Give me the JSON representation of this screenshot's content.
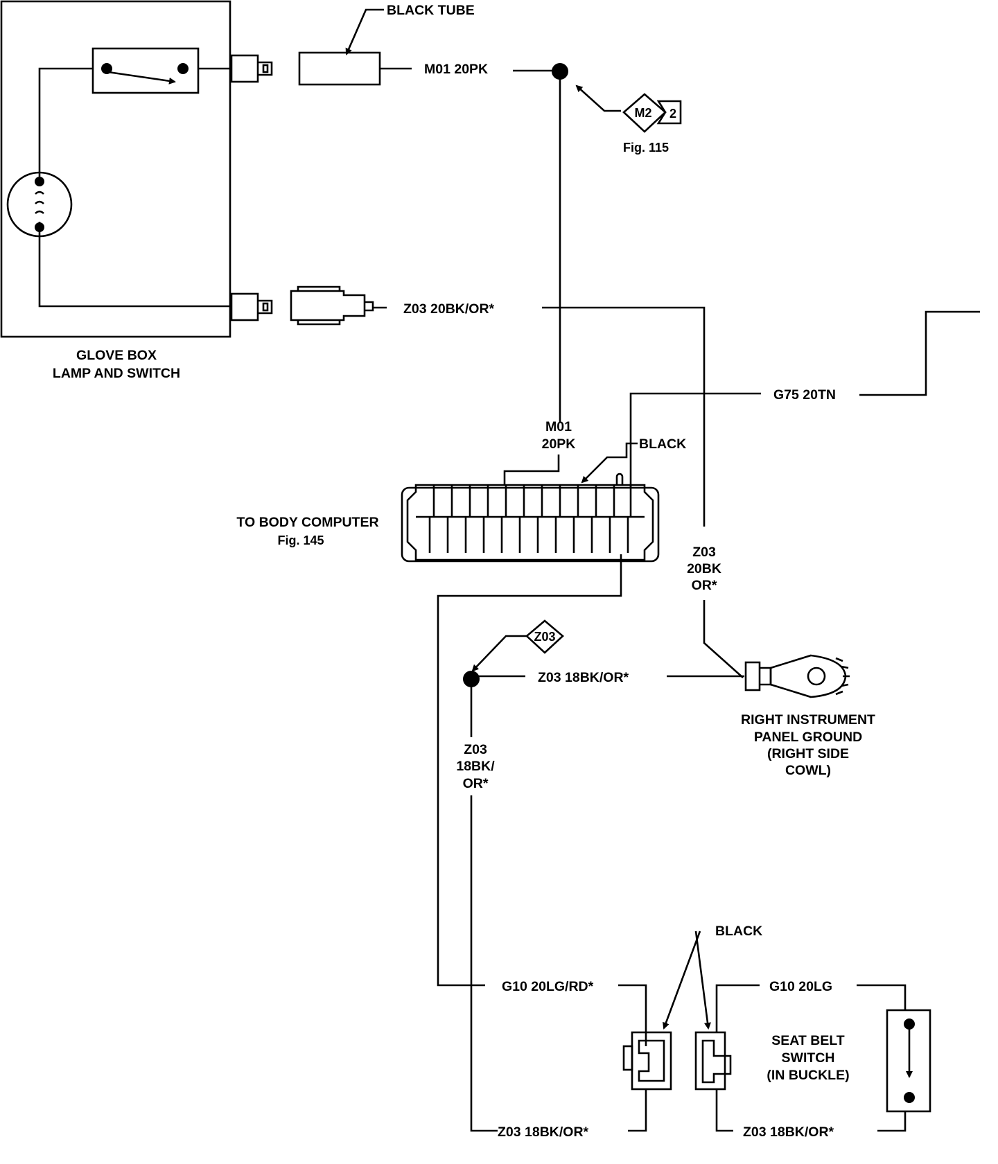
{
  "components": {
    "glove_box": {
      "line1": "GLOVE BOX",
      "line2": "LAMP AND SWITCH"
    },
    "black_tube": "BLACK  TUBE",
    "m2_node": {
      "left": "M2",
      "right": "2",
      "ref": "Fig. 115"
    },
    "body_computer": {
      "line1": "TO BODY COMPUTER",
      "ref": "Fig. 145",
      "connector": "BLACK"
    },
    "ground": {
      "line1": "RIGHT INSTRUMENT",
      "line2": "PANEL GROUND",
      "line3": "(RIGHT SIDE",
      "line4": "COWL)"
    },
    "z03_node": "Z03",
    "seatbelt_connectors": "BLACK",
    "seat_belt_switch": {
      "line1": "SEAT BELT",
      "line2": "SWITCH",
      "line3": "(IN BUCKLE)"
    }
  },
  "wires": {
    "m01_top": "M01  20PK",
    "z03_top": "Z03   20BK/OR*",
    "g75": "G75  20TN",
    "m01_vert_1": "M01",
    "m01_vert_2": "20PK",
    "z03_vert_1": "Z03",
    "z03_vert_2": "20BK",
    "z03_vert_3": "OR*",
    "z03_18_h": "Z03    18BK/OR*",
    "z03_18_v1": "Z03",
    "z03_18_v2": "18BK/",
    "z03_18_v3": "OR*",
    "g10_left": "G10  20LG/RD*",
    "g10_right": "G10  20LG",
    "z03_bot_left": "Z03    18BK/OR*",
    "z03_bot_right": "Z03    18BK/OR*"
  }
}
